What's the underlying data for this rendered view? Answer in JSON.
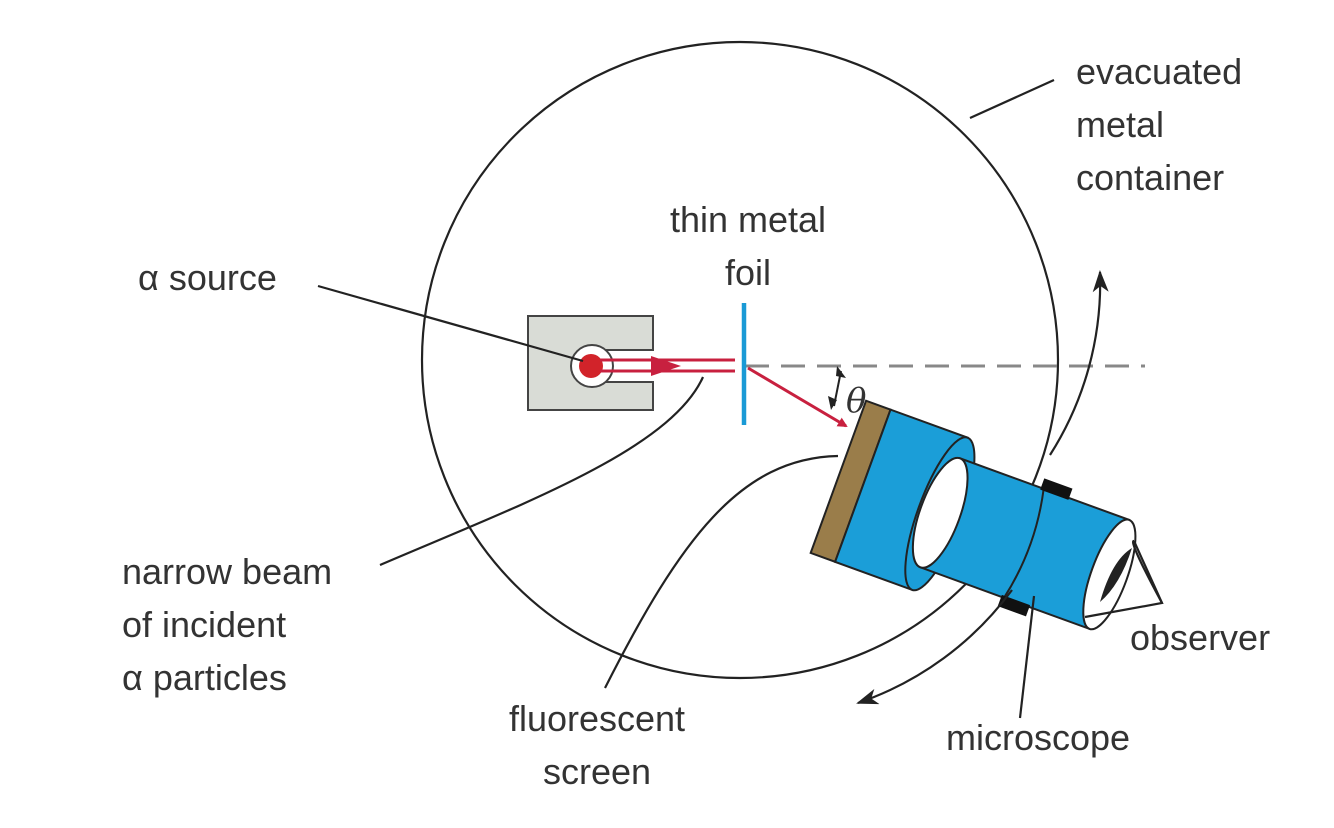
{
  "labels": {
    "container": [
      "evacuated",
      "metal",
      "container"
    ],
    "foil": [
      "thin metal",
      "foil"
    ],
    "source": "α source",
    "beam": [
      "narrow beam",
      "of incident",
      "α particles"
    ],
    "screen": [
      "fluorescent",
      "screen"
    ],
    "microscope": "microscope",
    "observer": "observer",
    "angle": "θ"
  },
  "colors": {
    "outline": "#222222",
    "source_block": "#d9dcd6",
    "source_dot": "#d2232a",
    "beam": "#c8203f",
    "foil": "#1a9ad6",
    "microscope_body": "#1b9ed8",
    "screen": "#9a7d4a",
    "dashed_axis": "#888888",
    "text": "#333333"
  },
  "icons": [
    "eye-icon"
  ]
}
